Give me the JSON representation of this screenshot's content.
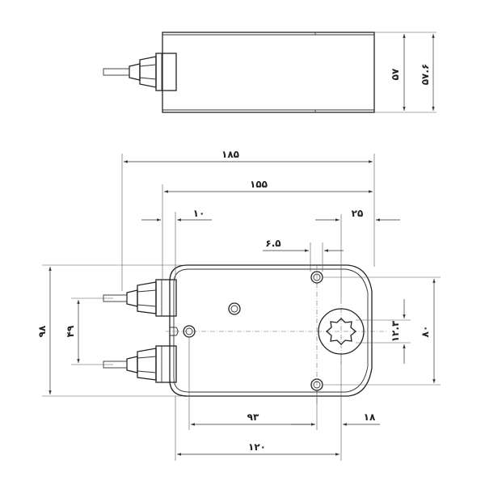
{
  "dimensions": {
    "top_height_inner": "۵۷",
    "top_height_outer": "۵۷.۶",
    "overall_length": "۱۸۵",
    "body_length": "۱۵۵",
    "gland_offset": "۱۰",
    "shaft_offset_right": "۲۵",
    "hole_offset": "۶.۵",
    "overall_height": "۹۸",
    "gland_spacing": "۴۹",
    "shaft_size": "۱۲.۳",
    "hole_spacing": "۸۰",
    "hole_to_shaft": "۹۳",
    "shaft_to_edge": "۱۸",
    "base_length": "۱۲۰"
  }
}
